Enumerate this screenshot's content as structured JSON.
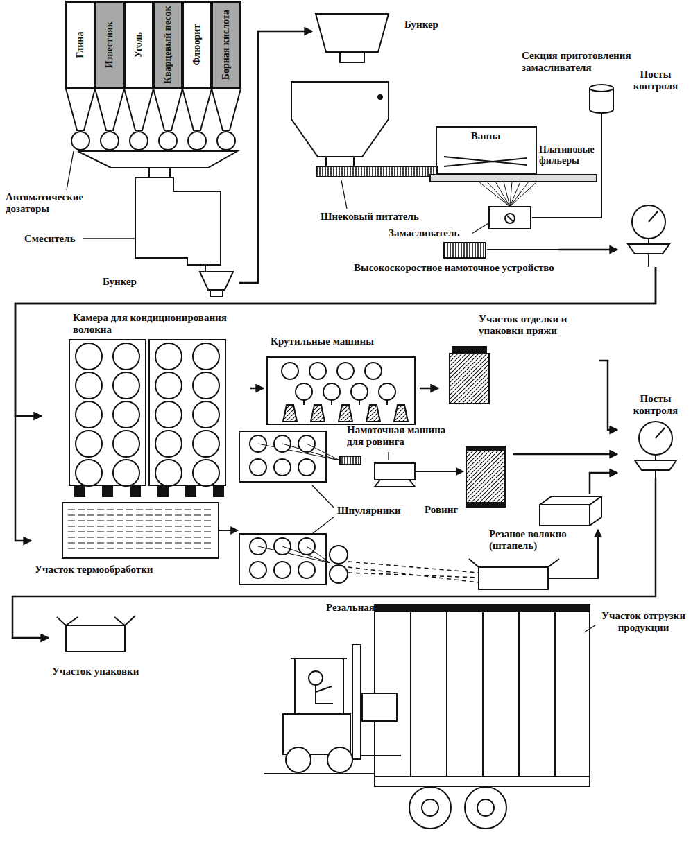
{
  "diagram": {
    "nodes": [
      {
        "text": [
          "Глина"
        ]
      },
      {
        "text": [
          "Известняк"
        ]
      },
      {
        "text": [
          "Уголь"
        ]
      },
      {
        "text": [
          "Кварцевый песок"
        ]
      },
      {
        "text": [
          "Флюорит"
        ]
      },
      {
        "text": [
          "Борная кислота"
        ]
      },
      {
        "text": [
          "Ванна"
        ]
      },
      {
        "text": [
          "Бункер"
        ]
      },
      {
        "text": [
          "Бункер"
        ]
      },
      {
        "text": [
          "Высокоскоростное намоточное устройство"
        ]
      },
      {
        "text": [
          "Посты контроля"
        ]
      },
      {
        "text": [
          "Камера для кондиционирования волокна"
        ]
      },
      {
        "text": [
          "Участок термообработки"
        ]
      },
      {
        "text": [
          "Крутильные машины"
        ]
      },
      {
        "text": [
          "Участок отделки и упаковки пряжи"
        ]
      },
      {
        "text": [
          "Посты контроля"
        ]
      },
      {
        "text": [
          "Ровинг"
        ]
      },
      {
        "text": [
          "Резаное волокно (штапель)"
        ]
      },
      {
        "text": [
          "Участок упаковки"
        ]
      }
    ],
    "edges": [
      {
        "from": 7,
        "to": 8,
        "arrow": "to"
      },
      {
        "from": 9,
        "to": 10,
        "arrow": "to"
      },
      {
        "from": 10,
        "to": 11,
        "arrow": "to"
      },
      {
        "from": 10,
        "to": 12,
        "arrow": "to"
      },
      {
        "from": 11,
        "to": 13,
        "arrow": "to"
      },
      {
        "from": 13,
        "to": 14,
        "arrow": "to"
      },
      {
        "from": 14,
        "to": 15,
        "arrow": "to"
      },
      {
        "from": 16,
        "to": 15,
        "arrow": "to"
      },
      {
        "from": 17,
        "to": 15,
        "arrow": "to"
      },
      {
        "from": 15,
        "to": 18,
        "arrow": "to"
      }
    ],
    "labels": [
      "Автоматические дозаторы",
      "Смеситель",
      "Шнековый питатель",
      "Платиновые фильеры",
      "Секция приготовления замасливателя",
      "Замасливатель",
      "Намоточная машина для ровинга",
      "Шпулярники",
      "Резальная машина",
      "Участок отгрузки продукции"
    ]
  }
}
